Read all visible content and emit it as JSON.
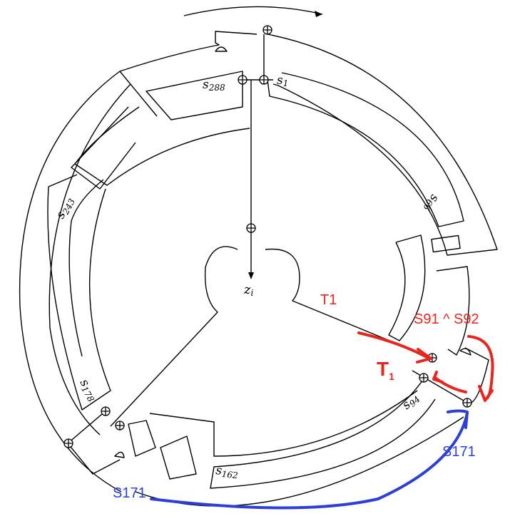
{
  "diagram": {
    "center_label": {
      "base": "z",
      "sub": "i"
    },
    "segment_labels": [
      {
        "id": "s1",
        "base": "s",
        "sub": "1"
      },
      {
        "id": "s288",
        "base": "s",
        "sub": "288"
      },
      {
        "id": "s243",
        "base": "s",
        "sub": "243"
      },
      {
        "id": "s178",
        "base": "s",
        "sub": "178"
      },
      {
        "id": "s162",
        "base": "s",
        "sub": "162"
      },
      {
        "id": "s94",
        "base": "s",
        "sub": "94"
      },
      {
        "id": "s66",
        "base": "s",
        "sub": "66"
      }
    ]
  },
  "annotations": {
    "red_color": "#e8251f",
    "blue_color": "#2e3fd6",
    "t1_label": "T1",
    "s91_s92_label": "S91 ^ S92",
    "t1_handwritten": "T",
    "t1_handwritten_sub": "1",
    "s171_right": "S171",
    "s171_left": "S171"
  }
}
